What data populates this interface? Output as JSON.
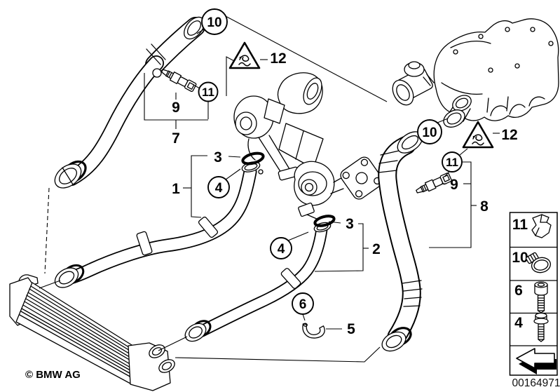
{
  "diagram": {
    "description": "BMW cooling/charge-air hose parts diagram",
    "part_icons": [
      "intercooler",
      "turbocharger-upper",
      "turbocharger-lower",
      "intake-manifold",
      "egr-valve",
      "charge-air-hose-left",
      "pressure-pipe-1",
      "pressure-pipe-2",
      "charge-air-hose-right",
      "temperature-sensor",
      "o-ring",
      "holder-clip",
      "warning-triangle"
    ],
    "callouts": {
      "c10_left": "10",
      "w12_left": "12",
      "c11_left": "11",
      "t9_left": "9",
      "t7": "7",
      "t1": "1",
      "t3_left": "3",
      "c4_left": "4",
      "t3_right": "3",
      "c4_right": "4",
      "t2": "2",
      "c6": "6",
      "t5": "5",
      "t8": "8",
      "c10_right": "10",
      "w12_right": "12",
      "c11_right": "11",
      "t9_right": "9"
    }
  },
  "legend": {
    "items": [
      {
        "label": "11",
        "icon": "holder-bracket-icon"
      },
      {
        "label": "10",
        "icon": "hose-clamp-icon"
      },
      {
        "label": "6",
        "icon": "socket-head-screw-icon"
      },
      {
        "label": "4",
        "icon": "hex-flange-screw-icon"
      }
    ],
    "arrow_icon": "direction-arrow-icon"
  },
  "footer": {
    "copyright": "© BMW AG",
    "part_number": "00164971"
  },
  "colors": {
    "line": "#000000",
    "background": "#ffffff"
  }
}
